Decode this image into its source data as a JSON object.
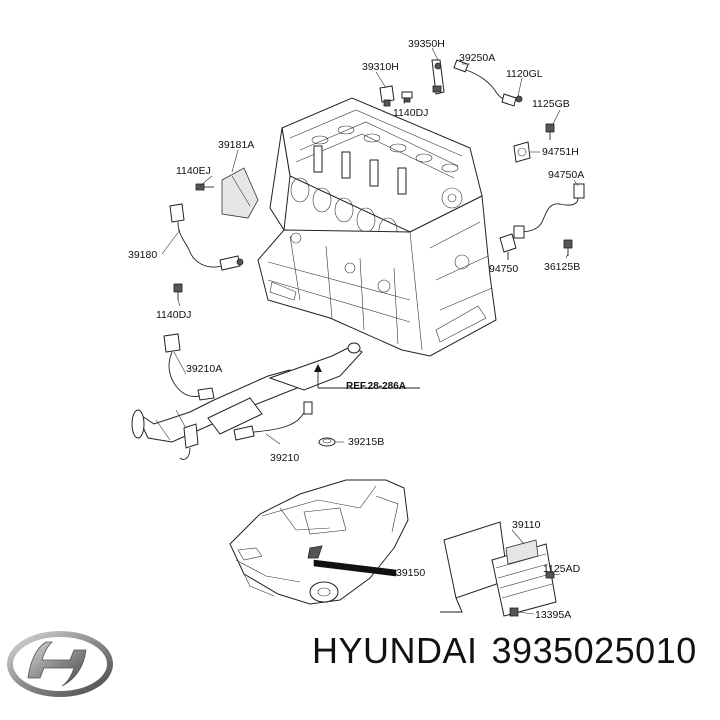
{
  "labels": [
    {
      "id": "39350H",
      "text": "39350H"
    },
    {
      "id": "39250A",
      "text": "39250A"
    },
    {
      "id": "39310H",
      "text": "39310H"
    },
    {
      "id": "1120GL",
      "text": "1120GL"
    },
    {
      "id": "1140DJ_top",
      "text": "1140DJ"
    },
    {
      "id": "1125GB",
      "text": "1125GB"
    },
    {
      "id": "39181A",
      "text": "39181A"
    },
    {
      "id": "94751H",
      "text": "94751H"
    },
    {
      "id": "1140EJ",
      "text": "1140EJ"
    },
    {
      "id": "94750A",
      "text": "94750A"
    },
    {
      "id": "39180",
      "text": "39180"
    },
    {
      "id": "94750",
      "text": "94750"
    },
    {
      "id": "36125B",
      "text": "36125B"
    },
    {
      "id": "1140DJ_bottom",
      "text": "1140DJ"
    },
    {
      "id": "39210A",
      "text": "39210A"
    },
    {
      "id": "ref",
      "text": "REF.28-286A"
    },
    {
      "id": "39215B",
      "text": "39215B"
    },
    {
      "id": "39210",
      "text": "39210"
    },
    {
      "id": "39110",
      "text": "39110"
    },
    {
      "id": "1125AD",
      "text": "1125AD"
    },
    {
      "id": "39150",
      "text": "39150"
    },
    {
      "id": "13395A",
      "text": "13395A"
    }
  ],
  "brand": {
    "name": "HYUNDAI",
    "part_number": "3935025010",
    "logo_icon": "hyundai-logo-icon"
  },
  "colors": {
    "line": "#222222",
    "text": "#111111",
    "background": "#ffffff"
  }
}
